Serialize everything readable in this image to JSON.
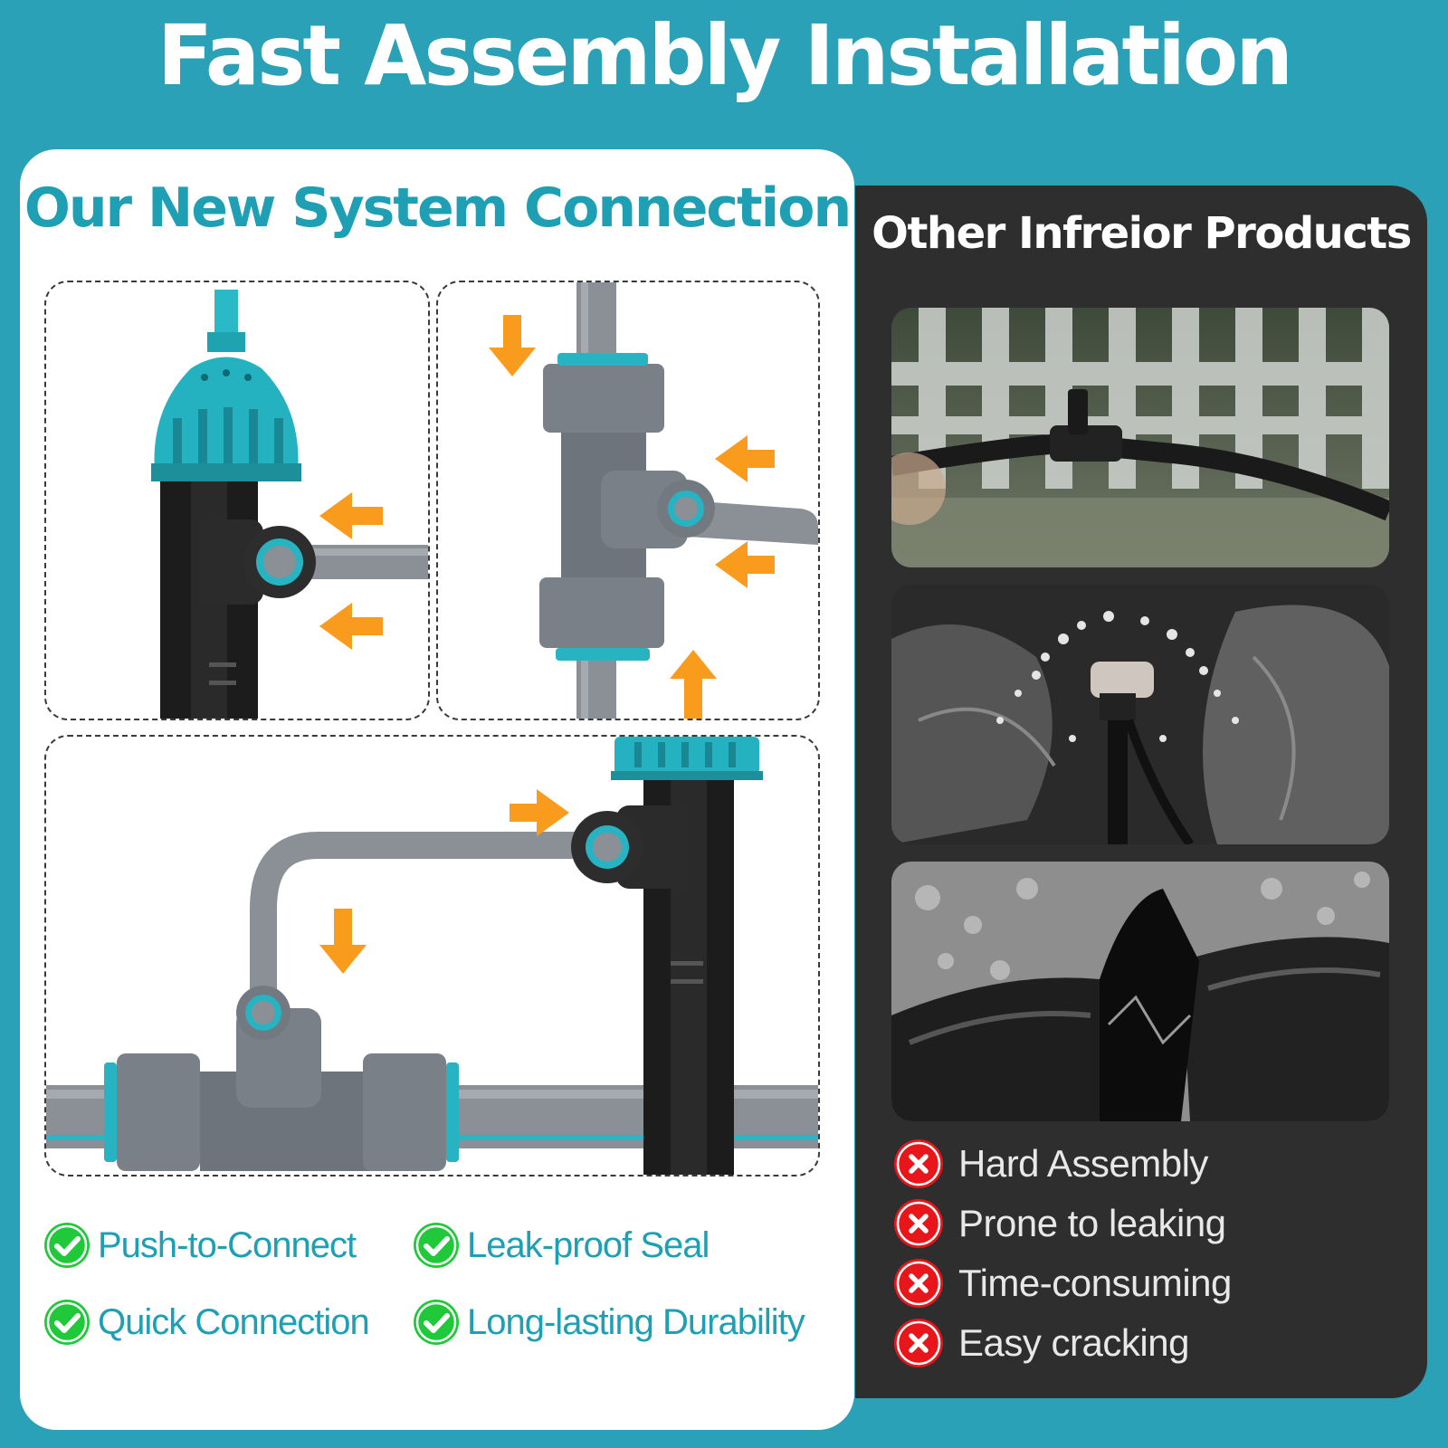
{
  "header": {
    "title": "Fast Assembly Installation"
  },
  "left": {
    "title": "Our New System Connection",
    "features": [
      {
        "label": "Push-to-Connect"
      },
      {
        "label": "Leak-proof Seal"
      },
      {
        "label": "Quick Connection"
      },
      {
        "label": "Long-lasting Durability"
      }
    ]
  },
  "right": {
    "title": "Other Infreior Products",
    "cons": [
      {
        "label": "Hard Assembly"
      },
      {
        "label": "Prone to leaking"
      },
      {
        "label": "Time-consuming"
      },
      {
        "label": "Easy cracking"
      }
    ]
  },
  "colors": {
    "background": "#2aa1b6",
    "accent": "#1e9fb3",
    "check": "#20c93a",
    "cross": "#e8151b",
    "arrow": "#f99b1d",
    "dark_panel": "#2e2e2e"
  },
  "icons": [
    "check-circle-icon",
    "x-circle-icon",
    "arrow-icon"
  ]
}
